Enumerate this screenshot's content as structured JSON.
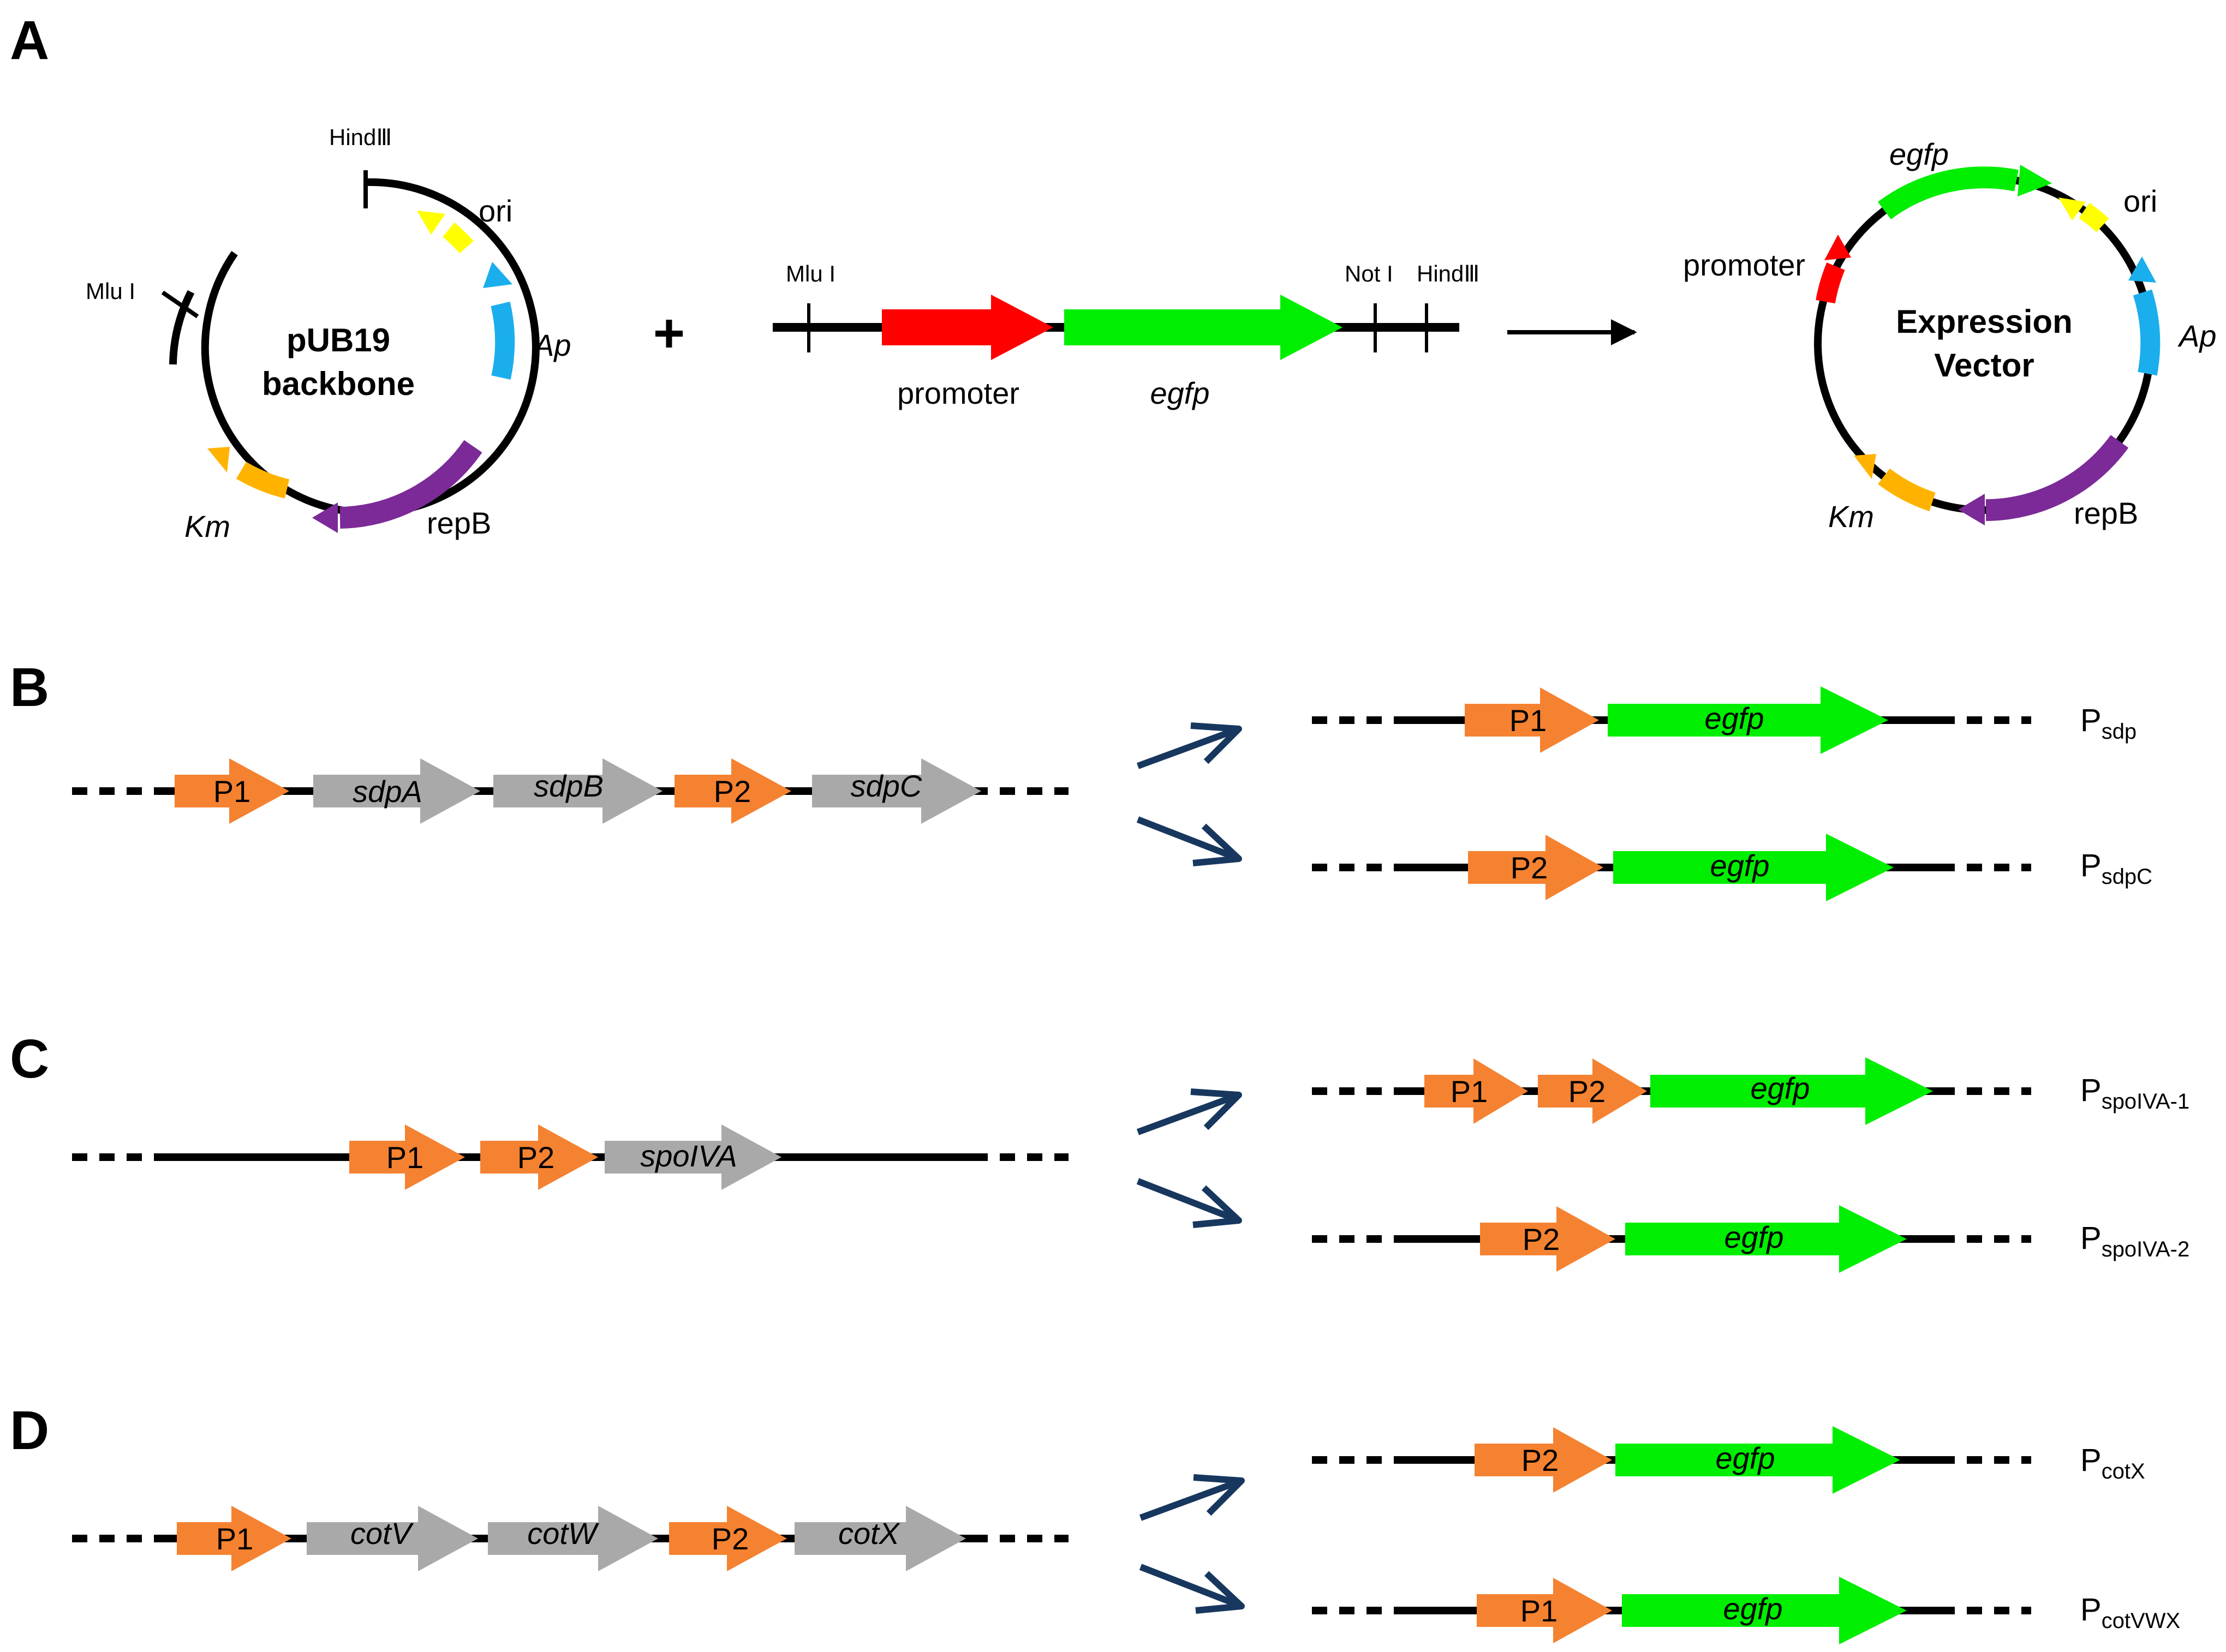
{
  "panels": {
    "a": "A",
    "b": "B",
    "c": "C",
    "d": "D"
  },
  "colors": {
    "promoter": "#ff0000",
    "egfp": "#00ee00",
    "p_box": "#f58231",
    "gene_box": "#a9a9a9",
    "ori": "#ffff00",
    "ap": "#1aaeed",
    "repB": "#7b2a97",
    "km": "#ffb300",
    "arrow_blue": "#17375e"
  },
  "panelA": {
    "plasmid1": {
      "center_line1": "pUB19",
      "center_line2": "backbone",
      "site_hind": "HindⅢ",
      "site_mlu": "Mlu I",
      "ori": "ori",
      "ap": "Ap",
      "repB": "repB",
      "km": "Km"
    },
    "plus": "+",
    "insert": {
      "site_mlu": "Mlu I",
      "site_not": "Not I",
      "site_hind": "HindⅢ",
      "promoter": "promoter",
      "egfp": "egfp"
    },
    "plasmid2": {
      "center_line1": "Expression",
      "center_line2": "Vector",
      "egfp": "egfp",
      "ori": "ori",
      "promoter": "promoter",
      "ap": "Ap",
      "km": "Km",
      "repB": "repB"
    }
  },
  "panelB": {
    "source": {
      "p1": "P1",
      "g1": "sdpA",
      "g2": "sdpB",
      "p2": "P2",
      "g3": "sdpC"
    },
    "construct1": {
      "p": "P1",
      "egfp": "egfp",
      "name_main": "P",
      "name_sub": "sdp"
    },
    "construct2": {
      "p": "P2",
      "egfp": "egfp",
      "name_main": "P",
      "name_sub": "sdpC"
    }
  },
  "panelC": {
    "source": {
      "p1": "P1",
      "p2": "P2",
      "g1": "spoIVA"
    },
    "construct1": {
      "p1": "P1",
      "p2": "P2",
      "egfp": "egfp",
      "name_main": "P",
      "name_sub": "spoIVA-1"
    },
    "construct2": {
      "p": "P2",
      "egfp": "egfp",
      "name_main": "P",
      "name_sub": "spoIVA-2"
    }
  },
  "panelD": {
    "source": {
      "p1": "P1",
      "g1": "cotV",
      "g2": "cotW",
      "p2": "P2",
      "g3": "cotX"
    },
    "construct1": {
      "p": "P2",
      "egfp": "egfp",
      "name_main": "P",
      "name_sub": "cotX"
    },
    "construct2": {
      "p": "P1",
      "egfp": "egfp",
      "name_main": "P",
      "name_sub": "cotVWX"
    }
  }
}
